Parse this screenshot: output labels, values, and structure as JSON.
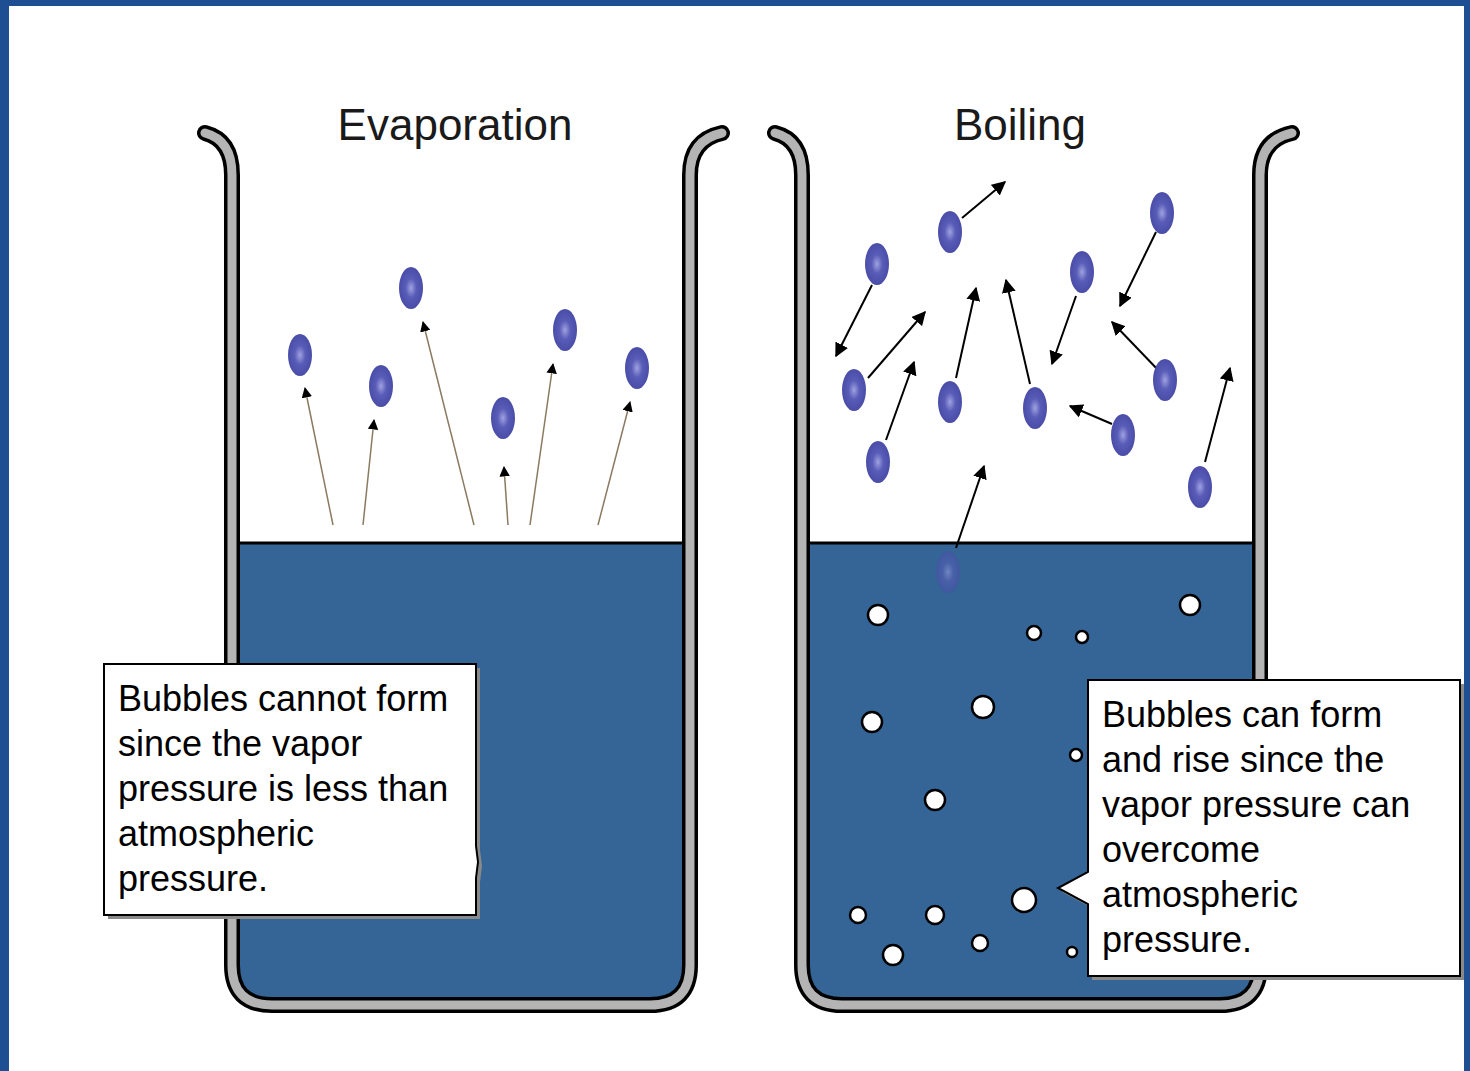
{
  "diagram": {
    "nodes": [
      {
        "text": [
          "Bubbles cannot form since the vapor pressure is less than atmospheric pressure."
        ]
      },
      {
        "text": [
          "Bubbles can form and rise since the vapor pressure can overcome atmospheric pressure."
        ]
      }
    ],
    "labels": [
      "Evaporation",
      "Boiling"
    ]
  }
}
